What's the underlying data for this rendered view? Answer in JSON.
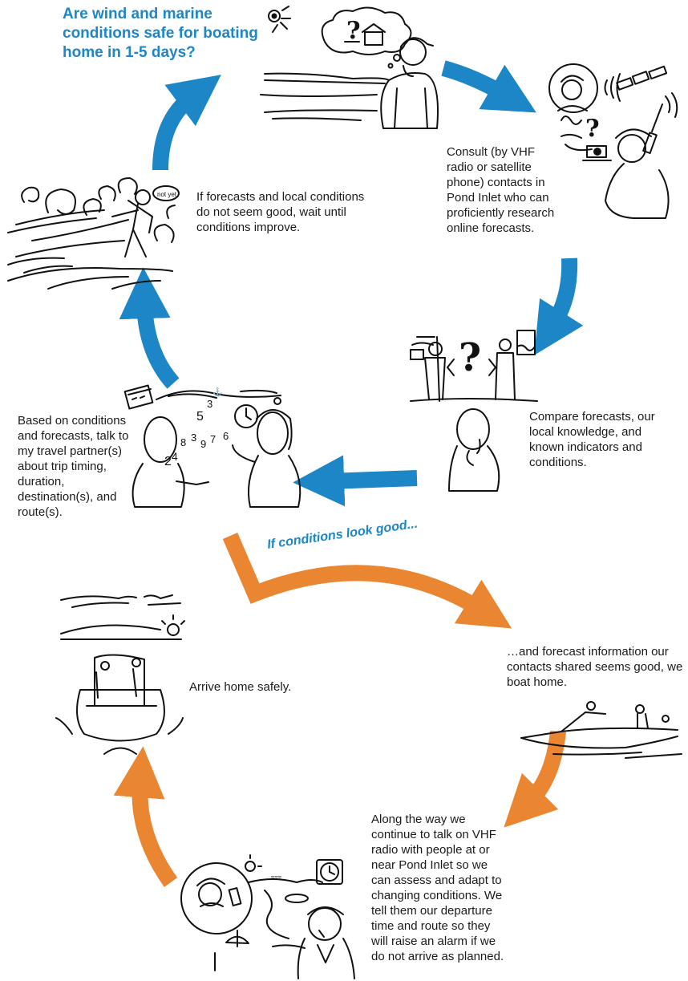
{
  "colors": {
    "accent_blue": "#1d86c6",
    "accent_orange": "#ea8631",
    "ink": "#111111"
  },
  "title": "Are wind and marine conditions safe for boating home in 1-5 days?",
  "steps": {
    "wait": "If forecasts and local conditions do not seem good, wait until conditions improve.",
    "consult": "Consult (by VHF radio or satellite phone) contacts in Pond Inlet who can proficiently research online forecasts.",
    "compare": "Compare forecasts, our local knowledge, and known indicators and conditions.",
    "talk": "Based on conditions and forecasts, talk to my travel partner(s) about trip timing, duration, destination(s), and route(s).",
    "good_label": "If conditions look good...",
    "boat_home": "…and forecast information our contacts shared seems good, we boat home.",
    "along_way": "Along the way we continue to talk on VHF radio with people at or near Pond Inlet so we can assess and adapt to changing conditions. We tell them our departure time and route so they will raise an alarm if we do not arrive as planned.",
    "arrive": "Arrive home safely."
  },
  "illustration_labels": {
    "speech_bubble": "not yet",
    "clock_numbers": "5 8 3 9 6 7 4 2"
  },
  "icons": [
    "question-mark-icon",
    "sun-icon",
    "satellite-icon",
    "radio-icon",
    "clock-icon",
    "calendar-icon",
    "boat-icon"
  ]
}
